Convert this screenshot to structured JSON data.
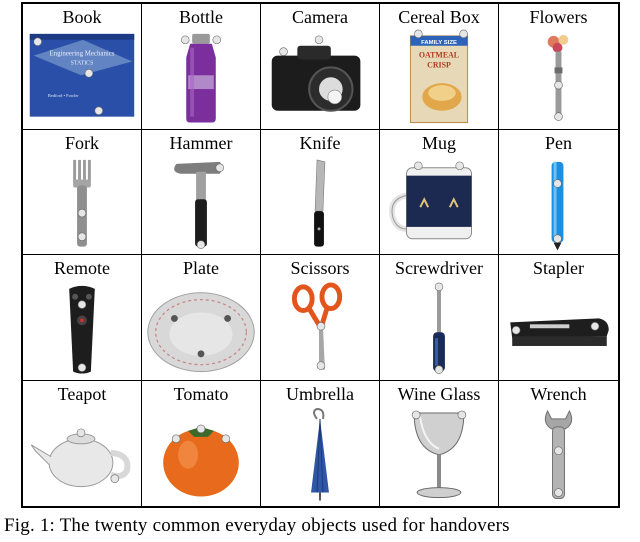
{
  "objects": [
    {
      "label": "Book",
      "icon": "book-icon"
    },
    {
      "label": "Bottle",
      "icon": "bottle-icon"
    },
    {
      "label": "Camera",
      "icon": "camera-icon"
    },
    {
      "label": "Cereal Box",
      "icon": "cereal-box-icon"
    },
    {
      "label": "Flowers",
      "icon": "flowers-icon"
    },
    {
      "label": "Fork",
      "icon": "fork-icon"
    },
    {
      "label": "Hammer",
      "icon": "hammer-icon"
    },
    {
      "label": "Knife",
      "icon": "knife-icon"
    },
    {
      "label": "Mug",
      "icon": "mug-icon"
    },
    {
      "label": "Pen",
      "icon": "pen-icon"
    },
    {
      "label": "Remote",
      "icon": "remote-icon"
    },
    {
      "label": "Plate",
      "icon": "plate-icon"
    },
    {
      "label": "Scissors",
      "icon": "scissors-icon"
    },
    {
      "label": "Screwdriver",
      "icon": "screwdriver-icon"
    },
    {
      "label": "Stapler",
      "icon": "stapler-icon"
    },
    {
      "label": "Teapot",
      "icon": "teapot-icon"
    },
    {
      "label": "Tomato",
      "icon": "tomato-icon"
    },
    {
      "label": "Umbrella",
      "icon": "umbrella-icon"
    },
    {
      "label": "Wine Glass",
      "icon": "wine-glass-icon"
    },
    {
      "label": "Wrench",
      "icon": "wrench-icon"
    }
  ],
  "book_cover": {
    "title": "Engineering Mechanics",
    "subtitle": "STATICS",
    "authors": "Bedford • Fowler"
  },
  "cereal_box": {
    "banner": "FAMILY SIZE",
    "brand_line1": "OATMEAL",
    "brand_line2": "CRISP"
  },
  "caption": "Fig. 1: The twenty common everyday objects used for handovers"
}
